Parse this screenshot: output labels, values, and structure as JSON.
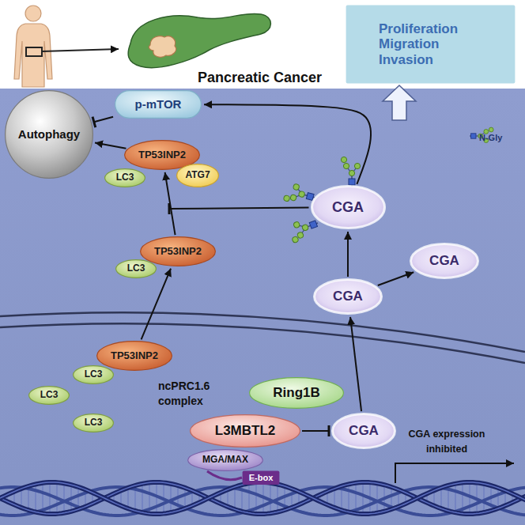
{
  "diagram": {
    "nodes": [
      {
        "text": [
          "Proliferation Migration Invasion"
        ]
      },
      {
        "text": [
          "Autophagy"
        ]
      },
      {
        "text": [
          "p-mTOR"
        ]
      },
      {
        "text": [
          "TP53INP2"
        ]
      },
      {
        "text": [
          "LC3"
        ]
      },
      {
        "text": [
          "ATG7"
        ]
      },
      {
        "text": [
          "CGA"
        ]
      },
      {
        "text": [
          "TP53INP2"
        ]
      },
      {
        "text": [
          "LC3"
        ]
      },
      {
        "text": [
          "CGA"
        ]
      },
      {
        "text": [
          "CGA"
        ]
      },
      {
        "text": [
          "TP53INP2"
        ]
      },
      {
        "text": [
          "LC3"
        ]
      },
      {
        "text": [
          "Ring1B"
        ]
      },
      {
        "text": [
          "L3MBTL2"
        ]
      },
      {
        "text": [
          "MGA/MAX"
        ]
      },
      {
        "text": [
          "CGA"
        ]
      },
      {
        "text": [
          "E-box"
        ]
      },
      {
        "text": [
          "LC3"
        ]
      },
      {
        "text": [
          "LC3"
        ]
      }
    ],
    "edges": [
      {
        "from": 2,
        "to": 1,
        "arrow": "to"
      },
      {
        "from": 3,
        "to": 1,
        "arrow": "to"
      },
      {
        "from": 6,
        "to": 2,
        "arrow": "to"
      },
      {
        "from": 6,
        "to": 3,
        "arrow": "to"
      },
      {
        "from": 7,
        "to": 3,
        "arrow": "to"
      },
      {
        "from": 11,
        "to": 7,
        "arrow": "to"
      },
      {
        "from": 9,
        "to": 6,
        "arrow": "to"
      },
      {
        "from": 9,
        "to": 10,
        "arrow": "to"
      },
      {
        "from": 16,
        "to": 9,
        "arrow": "to"
      },
      {
        "from": 14,
        "to": 16,
        "arrow": "to"
      }
    ],
    "labels": [
      "Pancreatic Cancer",
      "ncPRC1.6 complex",
      "CGA expression inhibited"
    ],
    "legend": [
      {
        "text": "N-Gly"
      }
    ]
  }
}
